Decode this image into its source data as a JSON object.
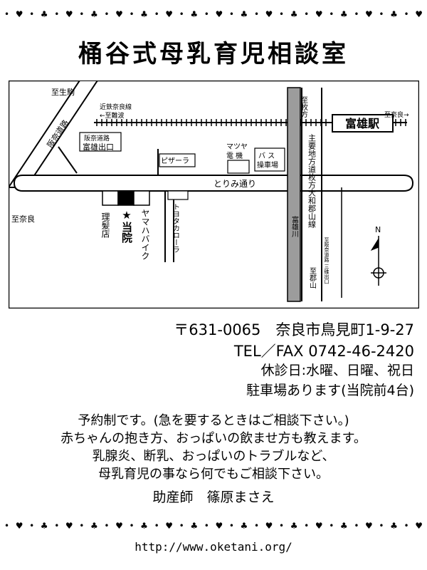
{
  "title": "桶谷式母乳育児相談室",
  "map": {
    "to_ikoma": "至生駒",
    "kintetsu_line": "近鉄奈良線",
    "to_namba": "←至難波",
    "to_nara_arrow": "至奈良→",
    "station": "富雄駅",
    "to_hirakata": "至枚方",
    "hanna_road": "阪奈道路",
    "hanna_exit_1": "阪奈道路",
    "hanna_exit_2": "富雄出口",
    "to_nara_left": "至奈良",
    "pizza": "ピザーラ",
    "matsuya_1": "マツヤ",
    "matsuya_2": "電 機",
    "bus_1": "バ ス",
    "bus_2": "操車場",
    "torimi": "とりみ通り",
    "barber": "理髪店",
    "clinic": "★当院",
    "yamaha": "ヤマハバイク",
    "toyota": "トヨタカローラ",
    "tomio_river": "富雄川",
    "main_road": "主要地方道枚方大和郡山線",
    "to_koriyama": "至郡山",
    "to_sanbi": "至阪奈道路 三碓出口",
    "north": "N"
  },
  "info": {
    "address": "〒631-0065　奈良市鳥見町1-9-27",
    "tel": "TEL／FAX 0742-46-2420",
    "closed": "休診日:水曜、日曜、祝日",
    "parking": "駐車場あります(当院前4台)"
  },
  "messages": [
    "予約制です。(急を要するときはご相談下さい。)",
    "赤ちゃんの抱き方、おっぱいの飲ませ方も教えます。",
    "乳腺炎、断乳、おっぱいのトラブルなど、",
    "母乳育児の事なら何でもご相談下さい。"
  ],
  "midwife": "助産師　篠原まさえ",
  "url": "http://www.oketani.org/"
}
